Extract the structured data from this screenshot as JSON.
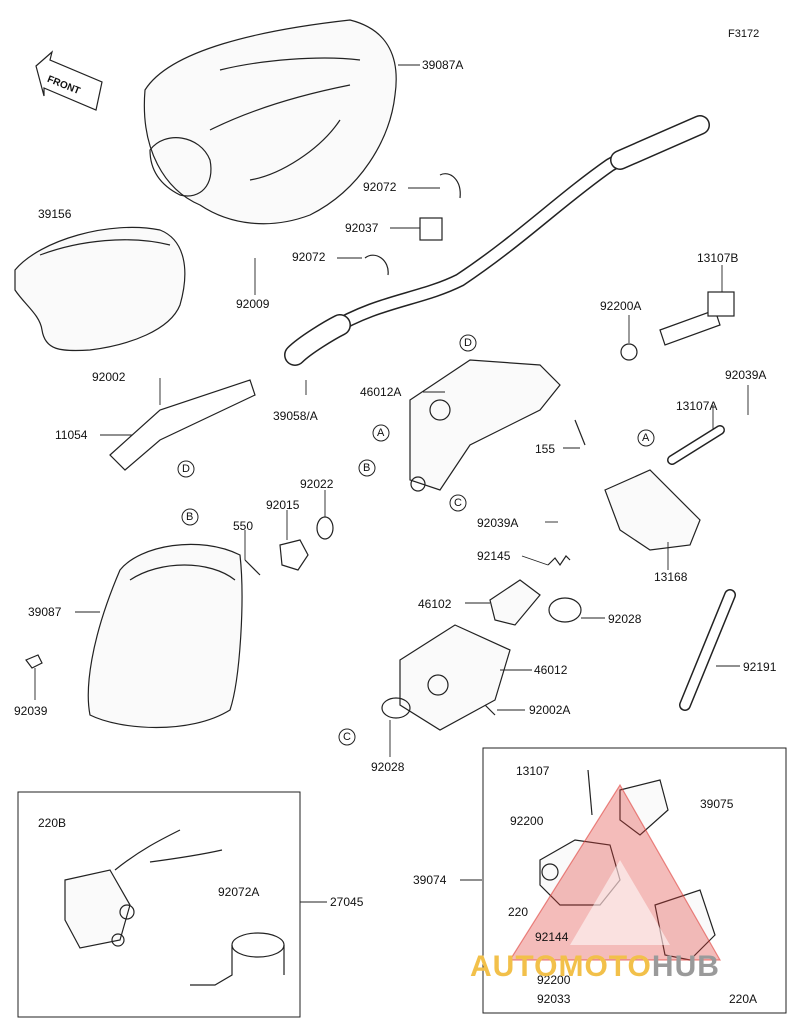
{
  "figure_id": "F3172",
  "front_label": "FRONT",
  "callout_letters": {
    "a": "A",
    "b": "B",
    "c": "C",
    "d": "D"
  },
  "watermark": {
    "part1": "AUTO",
    "part2": "MOTO",
    "part3": "HUB",
    "color_primary": "#f2c04a",
    "color_secondary": "#9a9a9a",
    "triangle_color": "#e0403a"
  },
  "parts": {
    "p39087A": "39087A",
    "p39156": "39156",
    "p92009": "92009",
    "p92072_top": "92072",
    "p92037": "92037",
    "p92072_mid": "92072",
    "p13107B": "13107B",
    "p92002": "92002",
    "p11054": "11054",
    "p39058A": "39058/A",
    "p92200A": "92200A",
    "p46012A": "46012A",
    "p92039A_top": "92039A",
    "p13107A": "13107A",
    "p155": "155",
    "p92022": "92022",
    "p92015": "92015",
    "p550": "550",
    "p92039A_mid": "92039A",
    "p92145": "92145",
    "p13168": "13168",
    "p39087": "39087",
    "p46102": "46102",
    "p92028_right": "92028",
    "p46012": "46012",
    "p92191": "92191",
    "p92039": "92039",
    "p92002A": "92002A",
    "p92028_bottom": "92028",
    "p13107": "13107",
    "p39075": "39075",
    "p92200": "92200",
    "p39074": "39074",
    "p220B": "220B",
    "p92072A": "92072A",
    "p27045": "27045",
    "p220": "220",
    "p92144": "92144",
    "p92200_b": "92200",
    "p220A": "220A",
    "p92033": "92033"
  }
}
